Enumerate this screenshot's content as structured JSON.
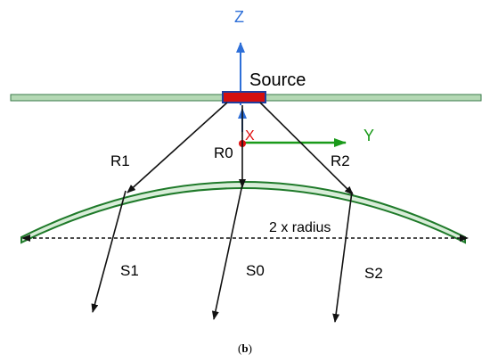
{
  "labels": {
    "z_axis": "Z",
    "y_axis": "Y",
    "x_axis": "X",
    "source": "Source",
    "r0": "R0",
    "r1": "R1",
    "r2": "R2",
    "s0": "S0",
    "s1": "S1",
    "s2": "S2",
    "diameter": "2 x radius"
  },
  "caption": {
    "open": "(",
    "letter": "b",
    "close": ")"
  },
  "colors": {
    "z_axis": "#2e6fd8",
    "y_axis": "#1a9a1a",
    "x_axis": "#e01010",
    "plate_fill": "#b4d8b4",
    "plate_stroke": "#3a7a4a",
    "source_fill": "#d40f0f",
    "source_stroke": "#1f3f9f",
    "lens_stroke": "#1f7a2a",
    "lens_fill": "#d8edd8",
    "rays": "#111111"
  }
}
